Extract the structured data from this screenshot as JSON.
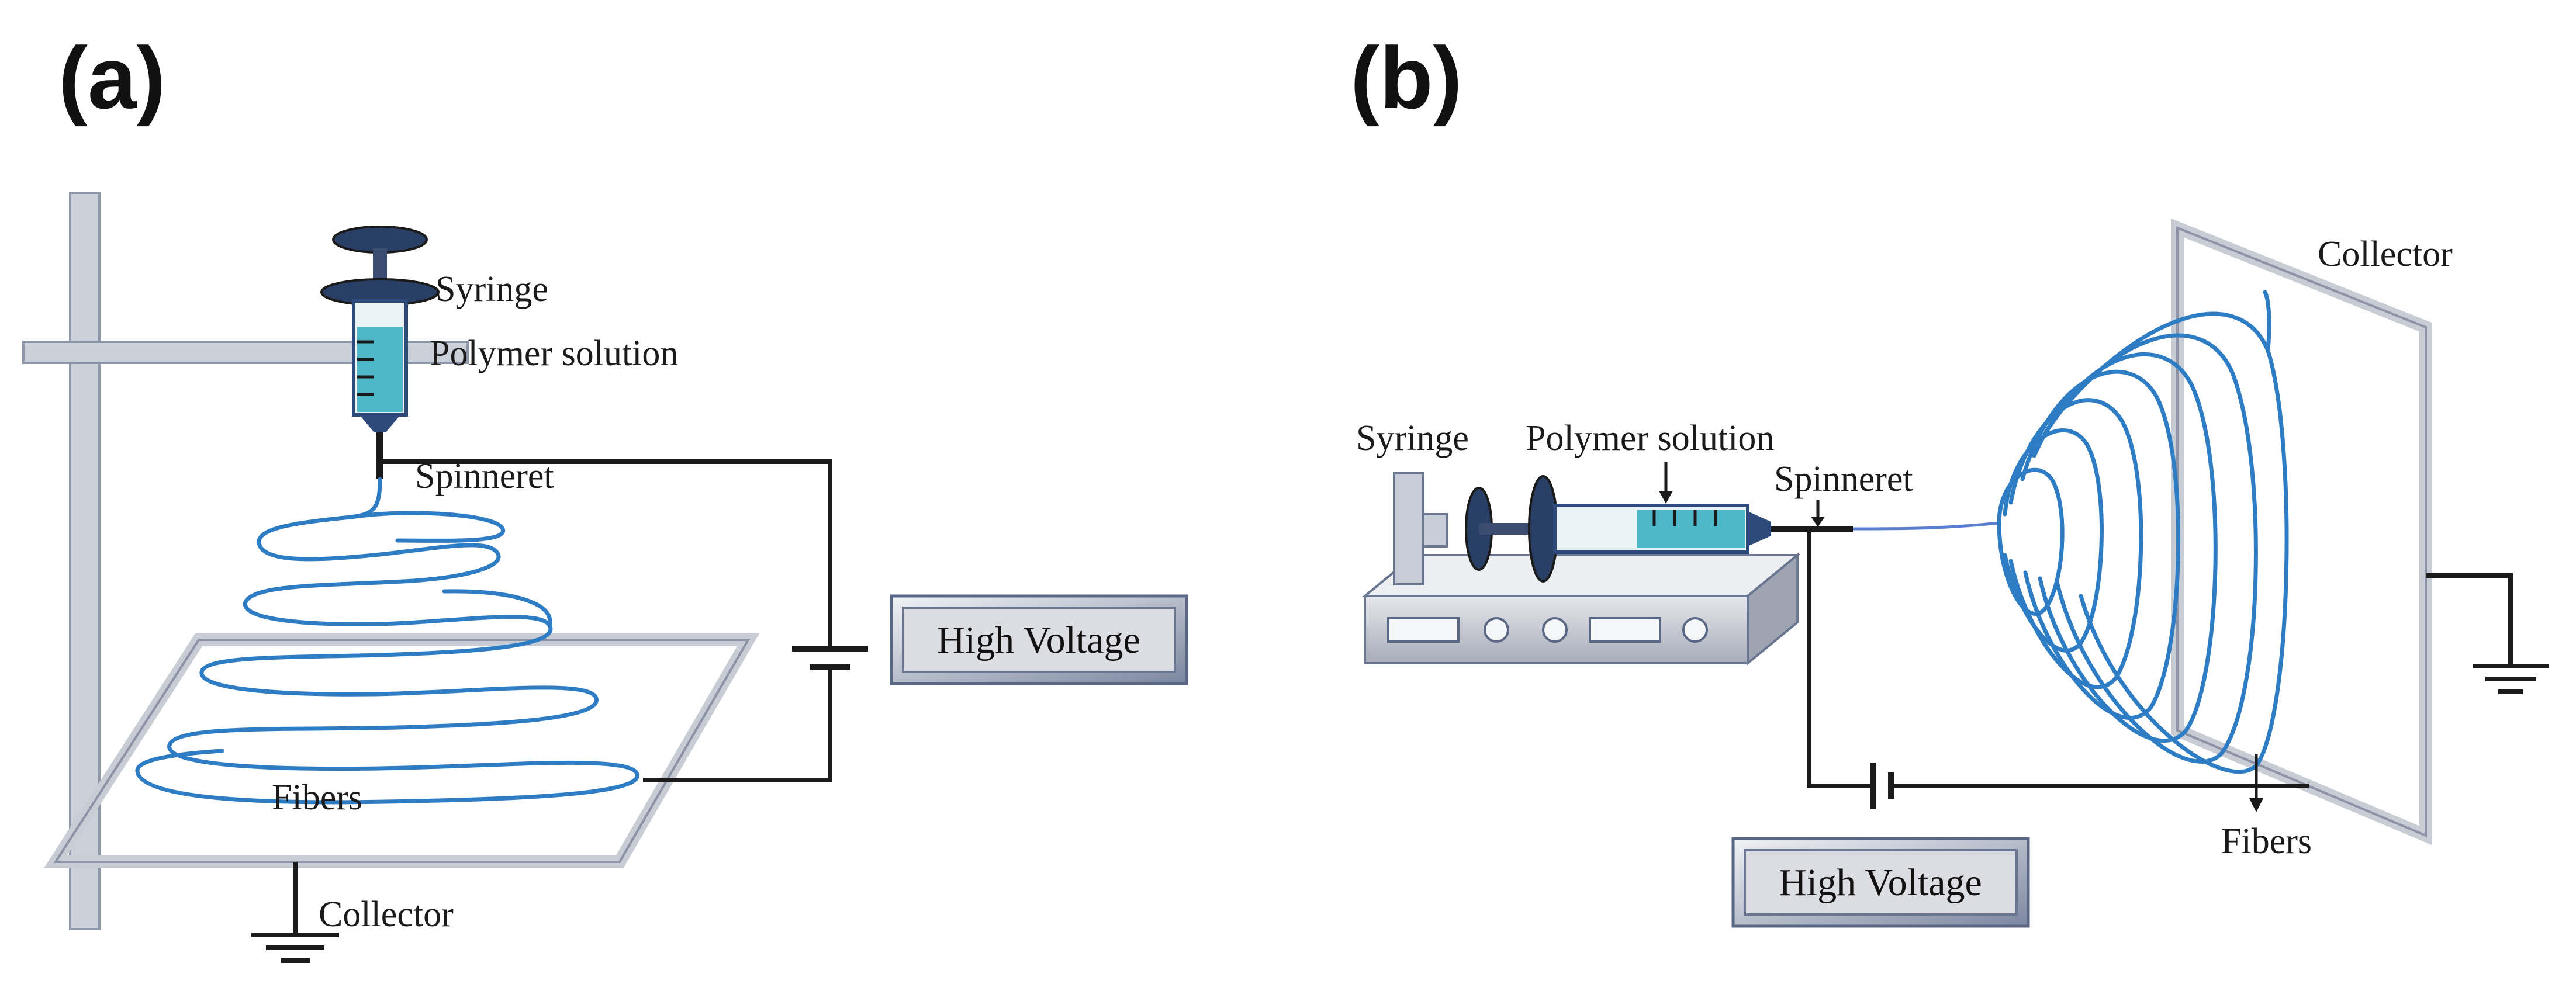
{
  "panels": {
    "a": {
      "label": "(a)",
      "syringe": "Syringe",
      "polymer_solution": "Polymer solution",
      "spinneret": "Spinneret",
      "high_voltage": "High Voltage",
      "fibers": "Fibers",
      "collector": "Collector"
    },
    "b": {
      "label": "(b)",
      "syringe": "Syringe",
      "polymer_solution": "Polymer solution",
      "spinneret": "Spinneret",
      "collector": "Collector",
      "high_voltage": "High Voltage",
      "fibers": "Fibers"
    }
  },
  "colors": {
    "fiber": "#2e7dc4",
    "solution": "#4fb8c8",
    "frame": "#c8ccd4",
    "box_fill": "#dcdde3",
    "box_border": "#6a7690"
  }
}
